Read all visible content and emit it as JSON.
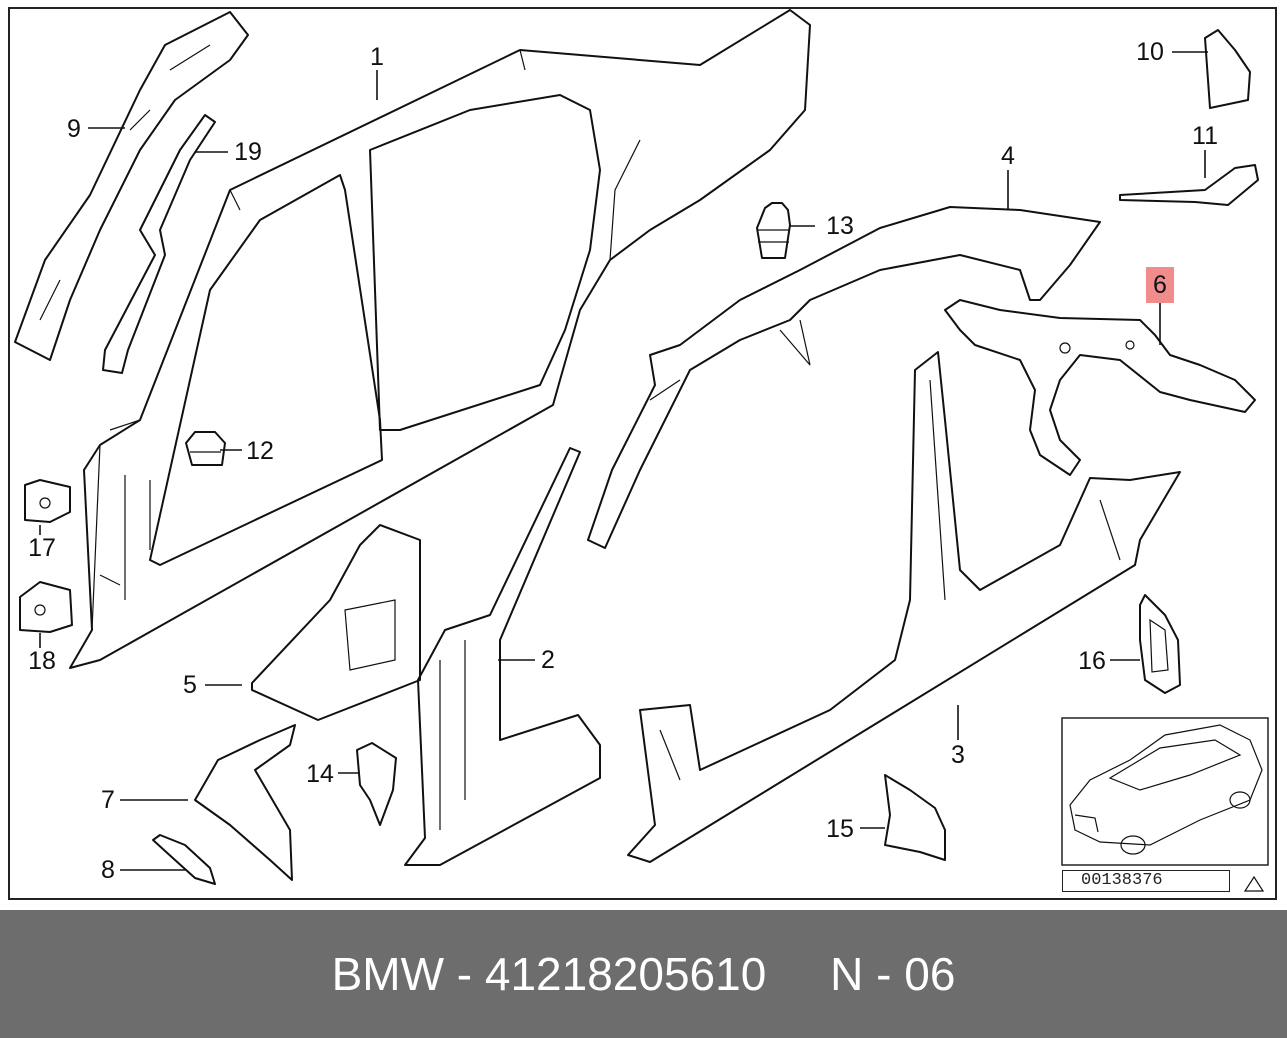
{
  "callouts": {
    "c1": "1",
    "c2": "2",
    "c3": "3",
    "c4": "4",
    "c5": "5",
    "c6": "6",
    "c7": "7",
    "c8": "8",
    "c9": "9",
    "c10": "10",
    "c11": "11",
    "c12": "12",
    "c13": "13",
    "c14": "14",
    "c15": "15",
    "c16": "16",
    "c17": "17",
    "c18": "18",
    "c19": "19"
  },
  "highlighted_callout": "6",
  "highlight_color": "#f08c8c",
  "reference_number": "00138376",
  "footer": {
    "text": "BMW - 41218205610     N - 06",
    "background": "#6d6d6d",
    "color": "#ffffff"
  }
}
